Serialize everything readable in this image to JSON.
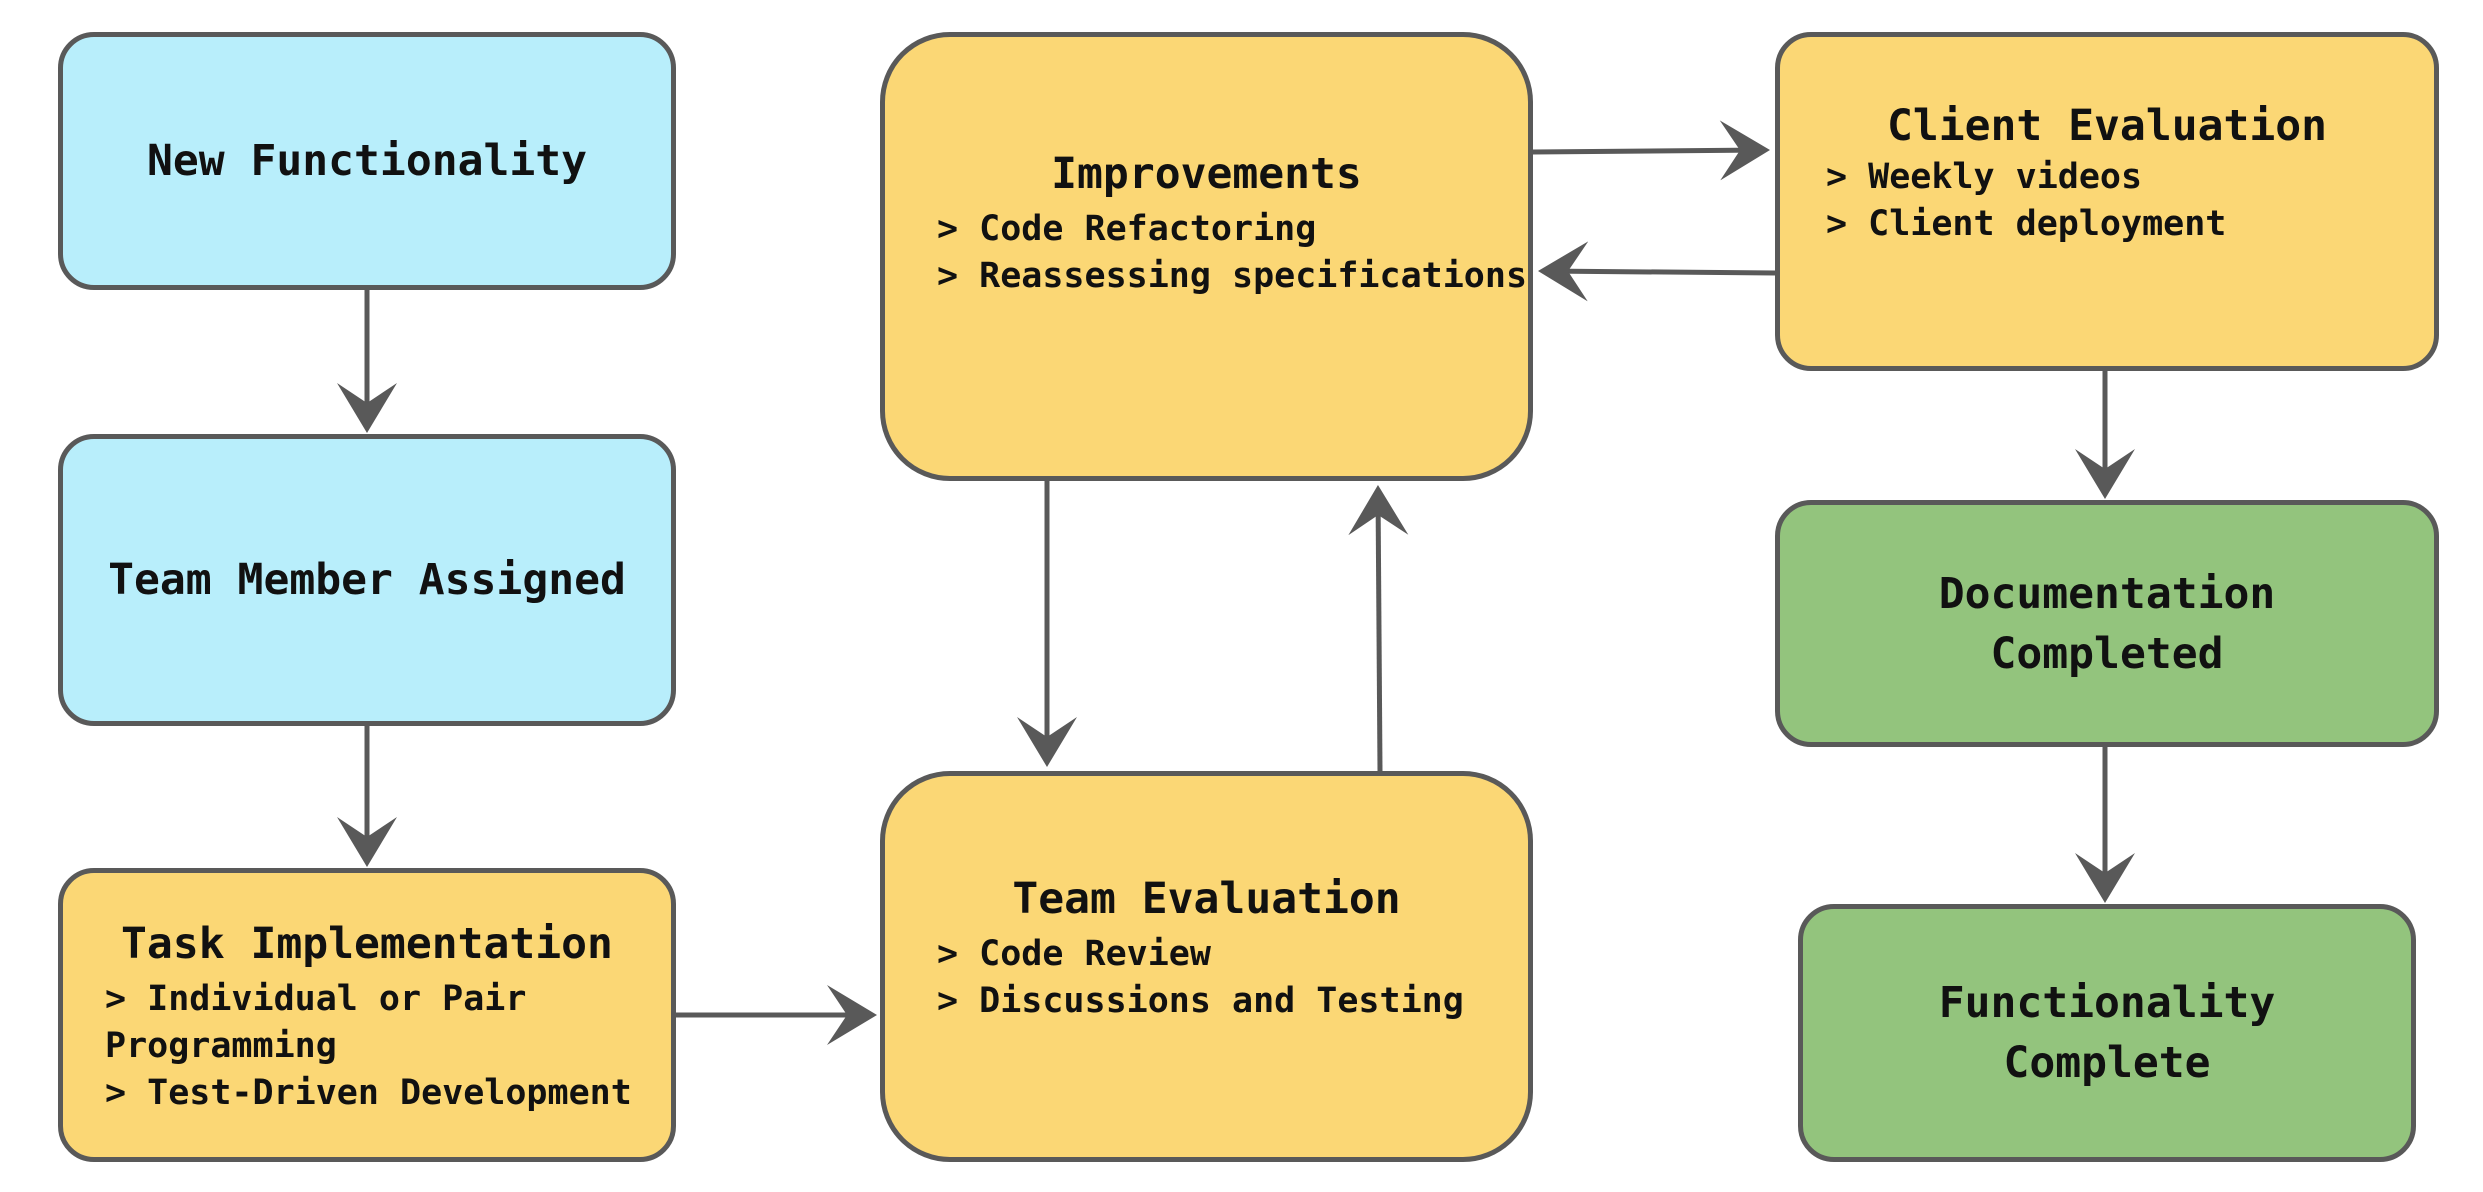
{
  "diagram": {
    "nodes": [
      {
        "id": "new-functionality",
        "title": "New Functionality",
        "color": "#b8eefb",
        "lines": []
      },
      {
        "id": "team-member-assigned",
        "title": "Team Member Assigned",
        "color": "#b8eefb",
        "lines": []
      },
      {
        "id": "task-implementation",
        "title": "Task Implementation",
        "color": "#fbd775",
        "lines": [
          "> Individual or Pair",
          "Programming",
          "> Test-Driven Development"
        ]
      },
      {
        "id": "improvements",
        "title": "Improvements",
        "color": "#fbd775",
        "lines": [
          "> Code Refactoring",
          "> Reassessing specifications"
        ]
      },
      {
        "id": "team-evaluation",
        "title": "Team Evaluation",
        "color": "#fbd775",
        "lines": [
          "> Code Review",
          "> Discussions and Testing"
        ]
      },
      {
        "id": "client-evaluation",
        "title": "Client Evaluation",
        "color": "#fbd775",
        "lines": [
          "> Weekly videos",
          "> Client deployment"
        ]
      },
      {
        "id": "documentation-completed",
        "title": "Documentation\nCompleted",
        "color": "#93c47d",
        "lines": []
      },
      {
        "id": "functionality-complete",
        "title": "Functionality\nComplete",
        "color": "#93c47d",
        "lines": []
      }
    ],
    "edges": [
      {
        "from": "new-functionality",
        "to": "team-member-assigned"
      },
      {
        "from": "team-member-assigned",
        "to": "task-implementation"
      },
      {
        "from": "task-implementation",
        "to": "team-evaluation"
      },
      {
        "from": "improvements",
        "to": "team-evaluation"
      },
      {
        "from": "team-evaluation",
        "to": "improvements"
      },
      {
        "from": "improvements",
        "to": "client-evaluation"
      },
      {
        "from": "client-evaluation",
        "to": "improvements"
      },
      {
        "from": "client-evaluation",
        "to": "documentation-completed"
      },
      {
        "from": "documentation-completed",
        "to": "functionality-complete"
      }
    ],
    "colors": {
      "stroke": "#595959",
      "text": "#111111"
    }
  }
}
